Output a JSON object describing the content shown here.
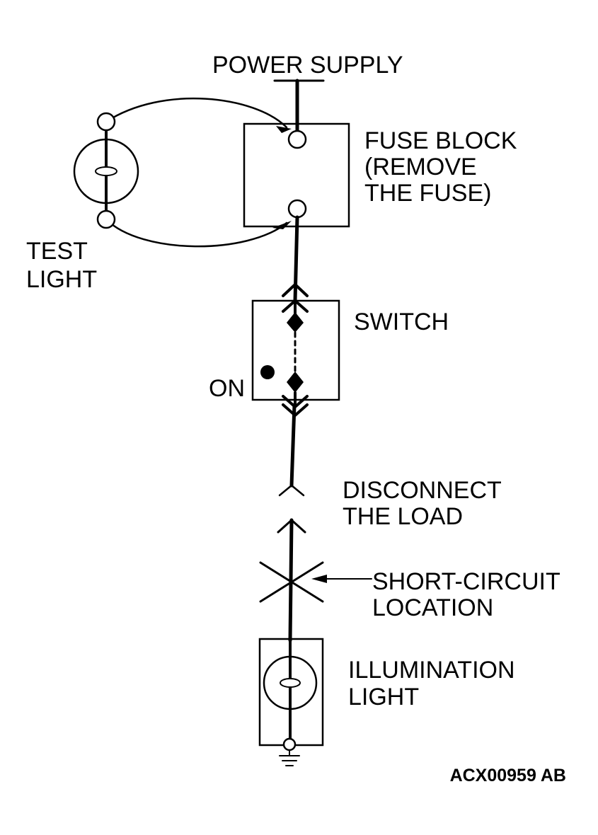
{
  "labels": {
    "power_supply": "POWER SUPPLY",
    "fuse_block": [
      "FUSE BLOCK",
      "(REMOVE",
      "THE FUSE)"
    ],
    "test_light": [
      "TEST",
      "LIGHT"
    ],
    "switch": "SWITCH",
    "switch_on": "ON",
    "disconnect_load": [
      "DISCONNECT",
      "THE LOAD"
    ],
    "short_circuit": [
      "SHORT-CIRCUIT",
      "LOCATION"
    ],
    "illumination_light": [
      "ILLUMINATION",
      "LIGHT"
    ],
    "figure_code": "ACX00959 AB"
  }
}
